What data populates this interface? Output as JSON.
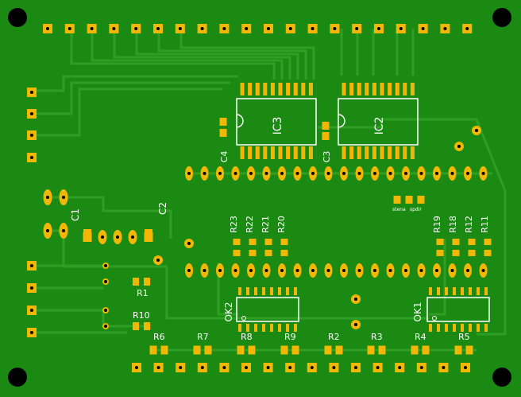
{
  "board": {
    "colors": {
      "board": "#1a8a12",
      "trace": "#2f9e24",
      "pad": "#f2b705",
      "hole": "#000000",
      "silk": "#ffffff"
    }
  },
  "labels": {
    "IC3": "IC3",
    "IC2": "IC2",
    "C4": "C4",
    "C3": "C3",
    "C1": "C1",
    "C2": "C2",
    "OK2": "OK2",
    "OK1": "OK1",
    "R1": "R1",
    "R10": "R10",
    "R23": "R23",
    "R22": "R22",
    "R21": "R21",
    "R20": "R20",
    "R19": "R19",
    "R18": "R18",
    "R12": "R12",
    "R11": "R11",
    "R6": "R6",
    "R7": "R7",
    "R8": "R8",
    "R9": "R9",
    "R2": "R2",
    "R3": "R3",
    "R4": "R4",
    "R5": "R5",
    "jumper_1": "stena",
    "jumper_2": "spdir"
  }
}
